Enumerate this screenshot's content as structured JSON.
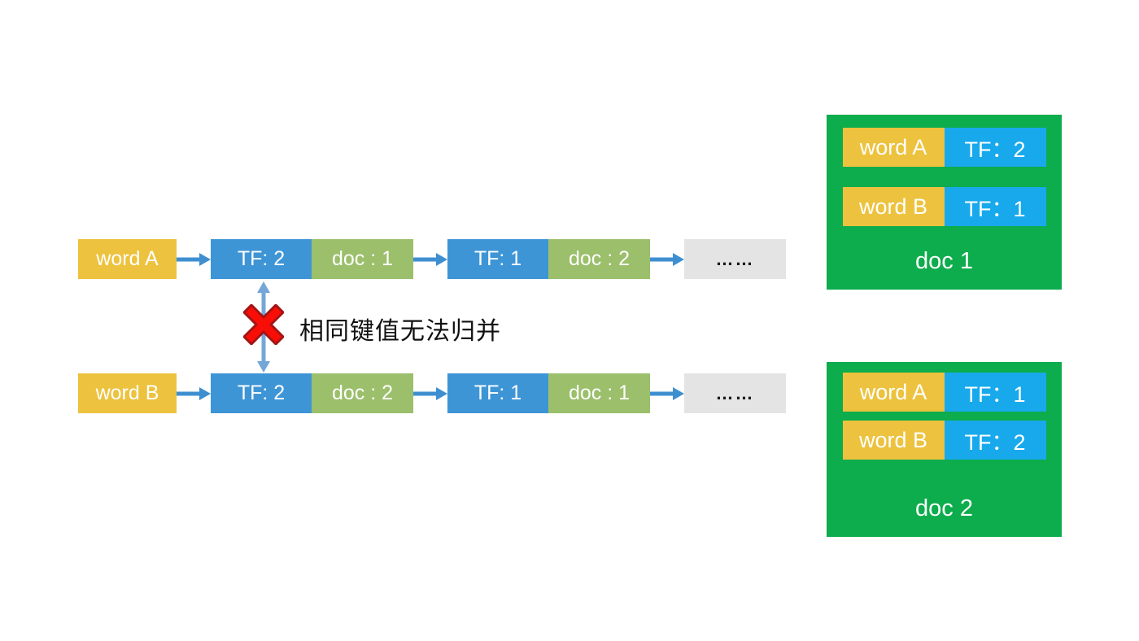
{
  "colors": {
    "yellow": "#EDC23E",
    "blue": "#3E95D6",
    "green": "#9BBF6B",
    "gray": "#E4E4E4",
    "docgreen": "#0DAC4C",
    "cyan": "#18A9EC",
    "arrow": "#3E8FD0",
    "varrow": "#74A7D8",
    "red": "#F90D07",
    "reddark": "#A31515"
  },
  "chains": [
    {
      "word": "word A",
      "nodes": [
        {
          "tf": "TF: 2",
          "doc": "doc : 1"
        },
        {
          "tf": "TF: 1",
          "doc": "doc : 2"
        }
      ],
      "ellipsis": "……"
    },
    {
      "word": "word B",
      "nodes": [
        {
          "tf": "TF: 2",
          "doc": "doc : 2"
        },
        {
          "tf": "TF: 1",
          "doc": "doc : 1"
        }
      ],
      "ellipsis": "……"
    }
  ],
  "conflict_note": "相同键值无法归并",
  "docs": [
    {
      "label": "doc 1",
      "rows": [
        {
          "word": "word A",
          "tf": "TF：2"
        },
        {
          "word": "word B",
          "tf": "TF：1"
        }
      ]
    },
    {
      "label": "doc 2",
      "rows": [
        {
          "word": "word A",
          "tf": "TF：1"
        },
        {
          "word": "word B",
          "tf": "TF：2"
        }
      ]
    }
  ]
}
